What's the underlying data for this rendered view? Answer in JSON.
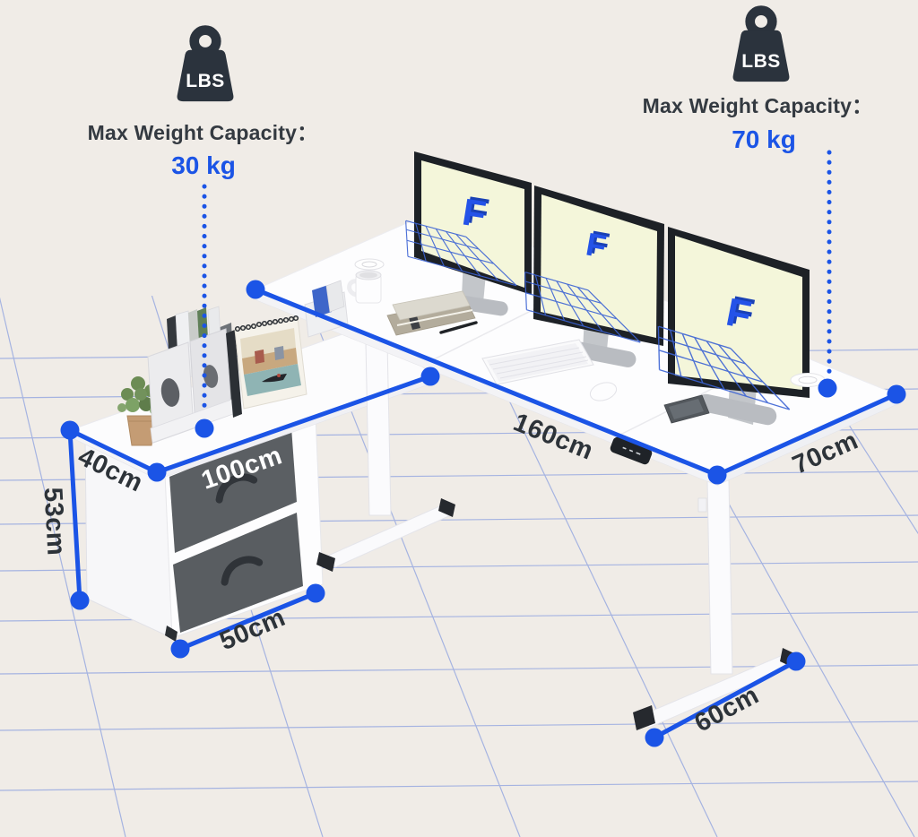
{
  "weight_left": {
    "icon_label": "LBS",
    "title": "Max Weight Capacity：",
    "value": "30 kg"
  },
  "weight_right": {
    "icon_label": "LBS",
    "title": "Max Weight Capacity：",
    "value": "70 kg"
  },
  "dimensions": {
    "desk_width": "160cm",
    "desk_depth": "70cm",
    "return_width": "100cm",
    "return_depth": "40cm",
    "cabinet_height": "53cm",
    "cabinet_width": "50cm",
    "foot_length": "60cm"
  },
  "screen_logo": "F",
  "colors": {
    "accent": "#1b54e6",
    "label": "#2d3339",
    "background": "#f0ece7",
    "floor_grid": "#93a6e0",
    "screen": "#f4f6da",
    "drawer": "#5b5f63"
  }
}
